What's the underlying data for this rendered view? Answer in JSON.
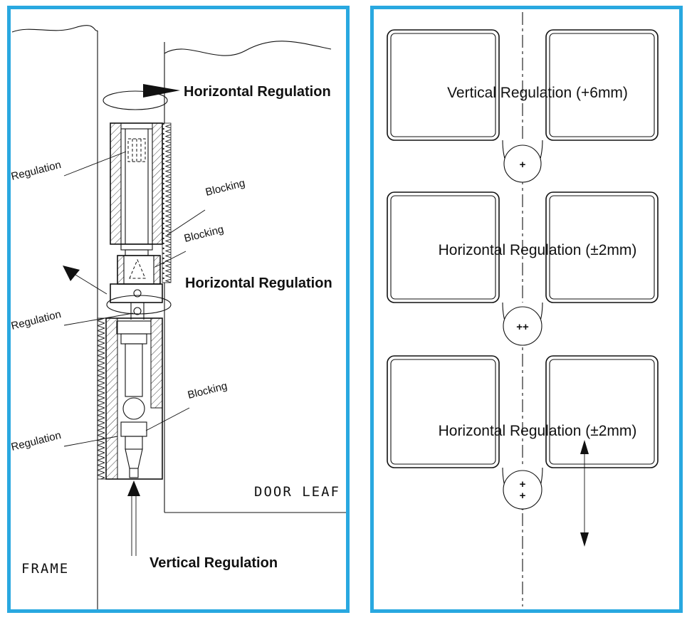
{
  "colors": {
    "accent": "#29a8e0",
    "line": "#111111"
  },
  "left_panel": {
    "top_rotation_label": "Horizontal Regulation",
    "mid_rotation_label": "Horizontal Regulation",
    "vertical_label": "Vertical Regulation",
    "regulation_top": "Regulation",
    "regulation_mid": "Regulation",
    "regulation_bottom": "Regulation",
    "blocking_top": "Blocking",
    "blocking_mid": "Blocking",
    "blocking_bottom": "Blocking",
    "frame": "FRAME",
    "door_leaf": "DOOR LEAF"
  },
  "right_panel": {
    "row1": {
      "label": "Vertical Regulation (+6mm)",
      "mark": "+"
    },
    "row2": {
      "label": "Horizontal Regulation (±2mm)",
      "mark": "++"
    },
    "row3": {
      "label": "Horizontal Regulation (±2mm)",
      "mark_top": "+",
      "mark_bottom": "+"
    }
  }
}
